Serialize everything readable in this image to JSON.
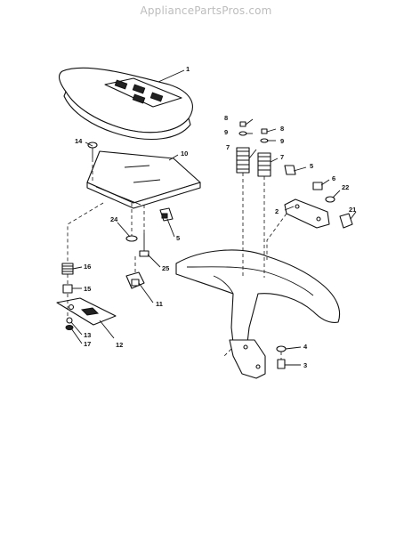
{
  "watermark": "AppliancePartsPros.com",
  "callouts": [
    "1",
    "2",
    "3",
    "4",
    "5",
    "5",
    "6",
    "7",
    "7",
    "8",
    "8",
    "9",
    "9",
    "10",
    "11",
    "12",
    "13",
    "14",
    "15",
    "16",
    "17",
    "21",
    "22",
    "24",
    "25"
  ]
}
